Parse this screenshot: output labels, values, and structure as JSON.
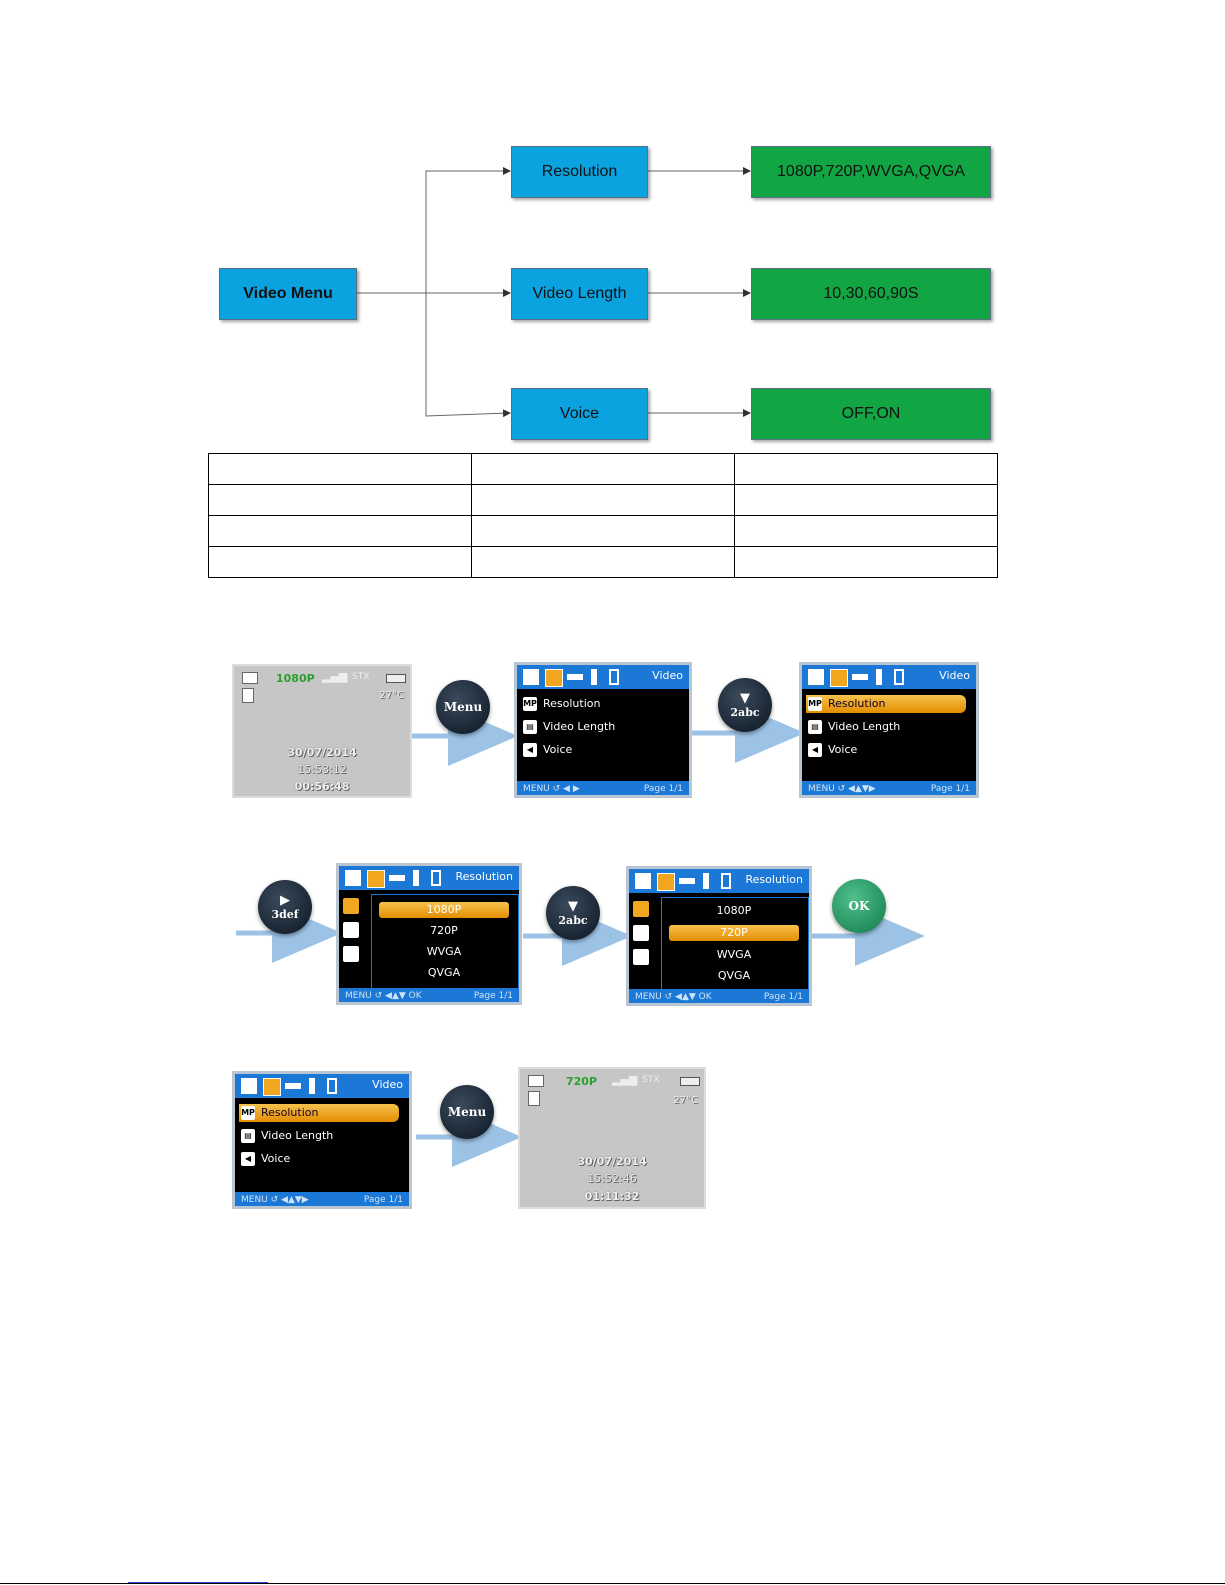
{
  "diagram": {
    "root": "Video Menu",
    "items": [
      "Resolution",
      "Video Length",
      "Voice"
    ],
    "options": [
      "1080P,720P,WVGA,QVGA",
      "10,30,60,90S",
      "OFF,ON"
    ],
    "colors": {
      "menu_box": "#0aa3e0",
      "option_box": "#12a544"
    }
  },
  "live_screen_1": {
    "resolution": "1080P",
    "temp": "27°C",
    "date": "30/07/2014",
    "time": "15:53:12",
    "counter": "00:56:48",
    "sd_label": "STX"
  },
  "live_screen_2": {
    "resolution": "720P",
    "temp": "27°C",
    "date": "30/07/2014",
    "time": "15:52:46",
    "counter": "01:11:32",
    "sd_label": "STX"
  },
  "menu_screen": {
    "title": "Video",
    "items": [
      "Resolution",
      "Video Length",
      "Voice"
    ],
    "page": "Page 1/1"
  },
  "resolution_screen": {
    "title": "Resolution",
    "options": [
      "1080P",
      "720P",
      "WVGA",
      "QVGA"
    ],
    "page": "Page 1/1",
    "ok_label": "OK"
  },
  "buttons": {
    "menu": "Menu",
    "down_arrow": "▼",
    "down_key": "2abc",
    "right_arrow": "▶",
    "right_key": "3def",
    "ok": "OK"
  },
  "colors": {
    "screen_bar": "#1c78d6",
    "highlight": "#f0a61e",
    "arrow": "#9cc3e6",
    "resolution_green": "#2e9e2e"
  }
}
